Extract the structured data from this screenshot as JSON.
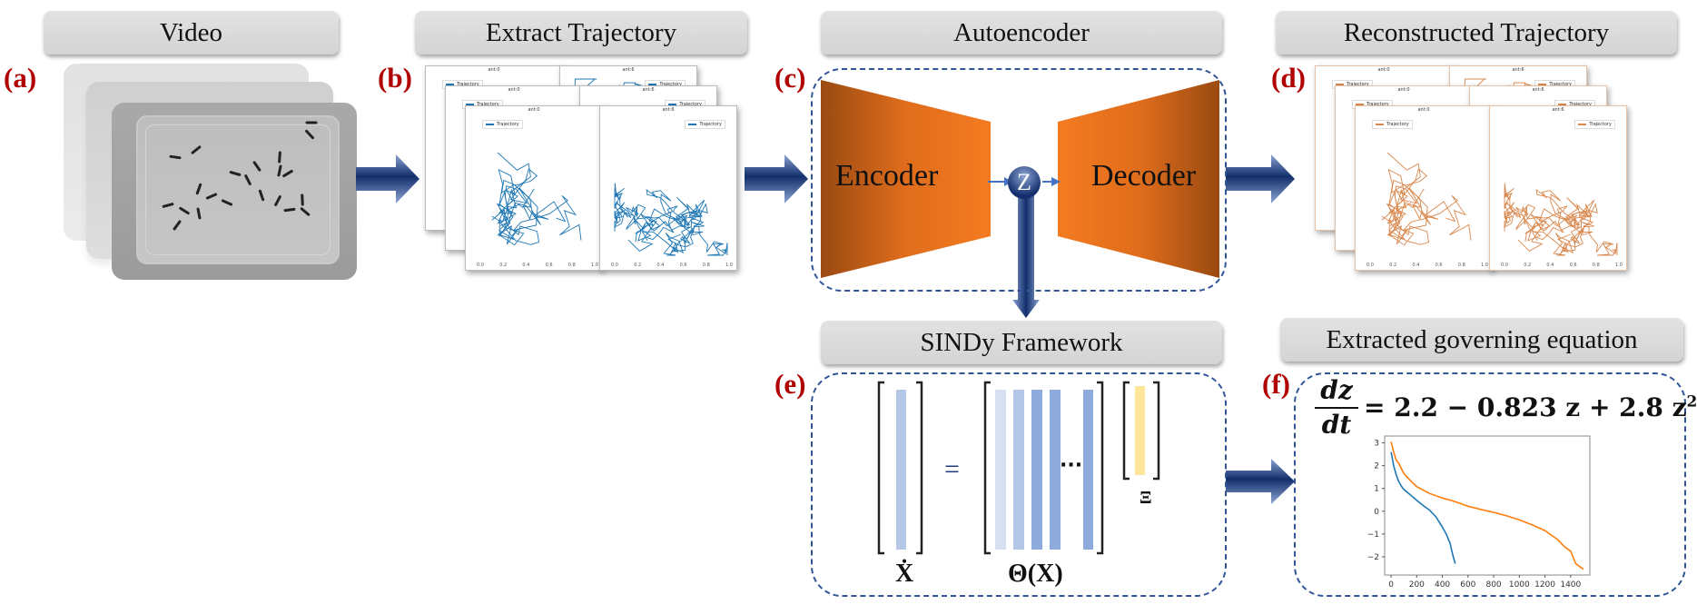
{
  "stages": {
    "video": {
      "title": "Video",
      "label": "(a)"
    },
    "extract": {
      "title": "Extract Trajectory",
      "label": "(b)"
    },
    "autoencoder": {
      "title": "Autoencoder",
      "label": "(c)",
      "encoder": "Encoder",
      "decoder": "Decoder",
      "latent": "Z"
    },
    "reconstructed": {
      "title": "Reconstructed Trajectory",
      "label": "(d)"
    },
    "sindy": {
      "title": "SINDy Framework",
      "label": "(e)",
      "lhs_label": "Ẋ",
      "equals": "=",
      "library_label": "Θ(X)",
      "ellipsis": "···",
      "coef_label": "Ξ"
    },
    "governing": {
      "title": "Extracted governing equation",
      "label": "(f)"
    }
  },
  "trajectory_plots": {
    "legend": "Trajectory",
    "left_titles": [
      "ant:0",
      "ant:0",
      "ant:0"
    ],
    "right_titles": [
      "ant:6",
      "ant:6",
      "ant:6"
    ],
    "x_ticks": [
      "0.0",
      "0.2",
      "0.4",
      "0.6",
      "0.8",
      "1.0"
    ],
    "extract_color": "#1f77b4",
    "reconstructed_color": "#d9884e"
  },
  "equation": {
    "numerator": "dz",
    "denominator": "dt",
    "rhs": "= 2.2 − 0.823 z + 2.8 z",
    "exponent": "2"
  },
  "colors": {
    "arrow": "#1f3a7a",
    "label_red": "#b00000",
    "dashed_border": "#2f5597",
    "encoder_orange": "#f47b20",
    "encoder_dark": "#9a4a12",
    "sindy_col_light": "#d6e0f0",
    "sindy_col_mid": "#b4c7e7",
    "sindy_col_dark": "#8faadc",
    "sindy_coef": "#ffe699"
  },
  "chart_data": {
    "type": "line",
    "title": "",
    "xlabel": "",
    "ylabel": "",
    "xlim": [
      -50,
      1550
    ],
    "ylim": [
      -2.8,
      3.3
    ],
    "x_ticks": [
      0,
      200,
      400,
      600,
      800,
      1000,
      1200,
      1400
    ],
    "y_ticks": [
      3,
      2,
      1,
      0,
      -1,
      -2
    ],
    "y_tick_labels": [
      "3",
      "2",
      "1",
      "0",
      "−1",
      "−2"
    ],
    "grid": false,
    "legend": "none",
    "series": [
      {
        "name": "blue",
        "color": "#1f77b4",
        "x": [
          0,
          20,
          40,
          60,
          80,
          100,
          150,
          200,
          250,
          300,
          350,
          400,
          430,
          460,
          480,
          500
        ],
        "y": [
          2.6,
          2.0,
          1.6,
          1.3,
          1.1,
          0.95,
          0.72,
          0.48,
          0.25,
          0.05,
          -0.25,
          -0.7,
          -1.0,
          -1.4,
          -1.9,
          -2.3
        ]
      },
      {
        "name": "orange",
        "color": "#ff7f0e",
        "x": [
          0,
          20,
          40,
          60,
          100,
          150,
          200,
          300,
          400,
          500,
          600,
          700,
          800,
          900,
          1000,
          1100,
          1200,
          1300,
          1350,
          1400,
          1440,
          1500
        ],
        "y": [
          3.05,
          2.6,
          2.25,
          2.1,
          1.65,
          1.35,
          1.08,
          0.78,
          0.58,
          0.42,
          0.22,
          0.08,
          -0.05,
          -0.2,
          -0.38,
          -0.6,
          -0.85,
          -1.25,
          -1.55,
          -1.75,
          -2.3,
          -2.55
        ]
      }
    ]
  }
}
